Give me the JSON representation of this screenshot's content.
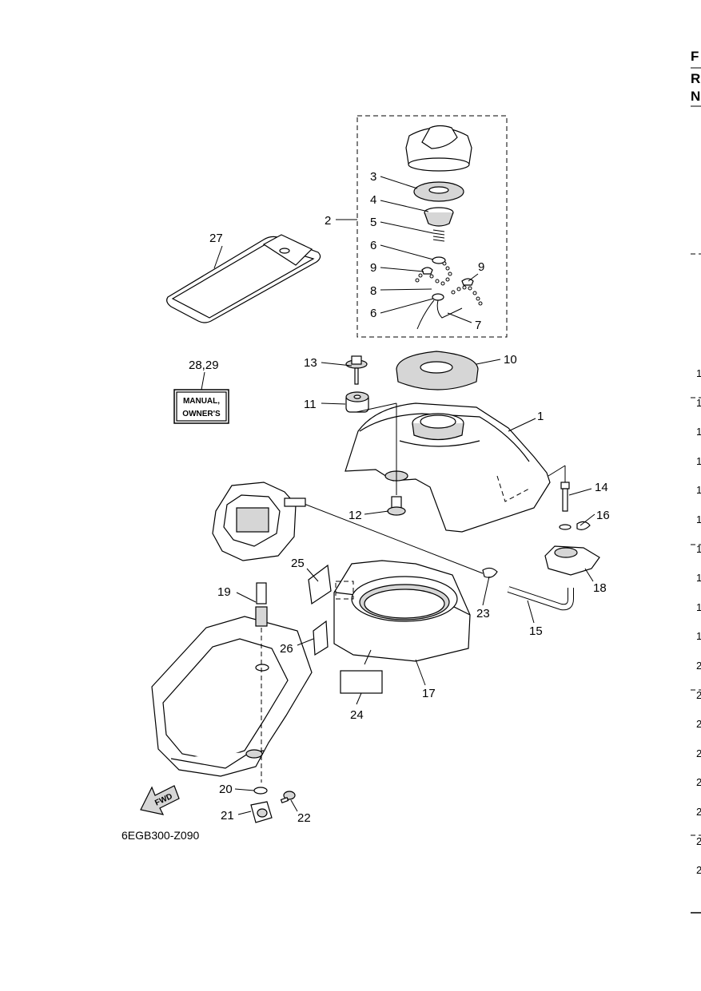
{
  "figure_code": "6EGB300-Z090",
  "edge_header": [
    "F",
    "R",
    "N"
  ],
  "edge_rows": [
    "1",
    "1",
    "1",
    "1",
    "1",
    "1",
    "1",
    "1",
    "1",
    "1",
    "2",
    "2",
    "2",
    "2",
    "2",
    "2",
    "2",
    "2"
  ],
  "manual_box": {
    "line1": "MANUAL,",
    "line2": "OWNER'S"
  },
  "fwd_label": "FWD",
  "callouts": [
    {
      "id": "c1",
      "text": "1"
    },
    {
      "id": "c2",
      "text": "2"
    },
    {
      "id": "c3",
      "text": "3"
    },
    {
      "id": "c4",
      "text": "4"
    },
    {
      "id": "c5",
      "text": "5"
    },
    {
      "id": "c6a",
      "text": "6"
    },
    {
      "id": "c6b",
      "text": "6"
    },
    {
      "id": "c7",
      "text": "7"
    },
    {
      "id": "c8",
      "text": "8"
    },
    {
      "id": "c9a",
      "text": "9"
    },
    {
      "id": "c9b",
      "text": "9"
    },
    {
      "id": "c10",
      "text": "10"
    },
    {
      "id": "c11",
      "text": "11"
    },
    {
      "id": "c12",
      "text": "12"
    },
    {
      "id": "c13",
      "text": "13"
    },
    {
      "id": "c14",
      "text": "14"
    },
    {
      "id": "c15",
      "text": "15"
    },
    {
      "id": "c16",
      "text": "16"
    },
    {
      "id": "c17",
      "text": "17"
    },
    {
      "id": "c18",
      "text": "18"
    },
    {
      "id": "c19",
      "text": "19"
    },
    {
      "id": "c20",
      "text": "20"
    },
    {
      "id": "c21",
      "text": "21"
    },
    {
      "id": "c22",
      "text": "22"
    },
    {
      "id": "c23",
      "text": "23"
    },
    {
      "id": "c24",
      "text": "24"
    },
    {
      "id": "c25",
      "text": "25"
    },
    {
      "id": "c26",
      "text": "26"
    },
    {
      "id": "c27",
      "text": "27"
    },
    {
      "id": "c2829",
      "text": "28,29"
    }
  ]
}
